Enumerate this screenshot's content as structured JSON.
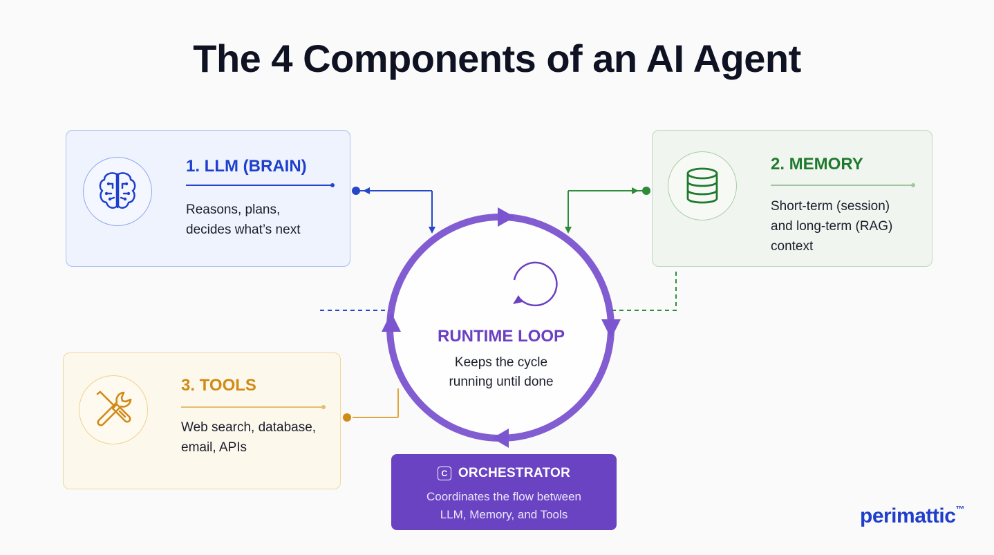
{
  "title": "The 4 Components of an AI Agent",
  "colors": {
    "llm": "#1d3fcc",
    "memory": "#1f7a2e",
    "tools": "#d08a15",
    "loop": "#7b55cf",
    "orchestrator": "#6a43c3",
    "brand": "#1f3ec9"
  },
  "cards": {
    "llm": {
      "title": "1. LLM (BRAIN)",
      "desc_lines": [
        "Reasons, plans,",
        "decides what’s next"
      ],
      "icon": "brain-icon"
    },
    "memory": {
      "title": "2. MEMORY",
      "desc_lines": [
        "Short-term (session)",
        "and long-term (RAG)",
        "context"
      ],
      "icon": "database-icon"
    },
    "tools": {
      "title": "3. TOOLS",
      "desc_lines": [
        "Web search, database,",
        "email, APIs"
      ],
      "icon": "tools-icon"
    }
  },
  "loop": {
    "title": "RUNTIME LOOP",
    "desc_lines": [
      "Keeps the cycle",
      "running until done"
    ],
    "icon": "refresh-icon"
  },
  "orchestrator": {
    "icon_letter": "C",
    "title": "ORCHESTRATOR",
    "desc_lines": [
      "Coordinates the flow between",
      "LLM, Memory, and Tools"
    ]
  },
  "brand": {
    "name": "perimattic",
    "mark": "™"
  }
}
